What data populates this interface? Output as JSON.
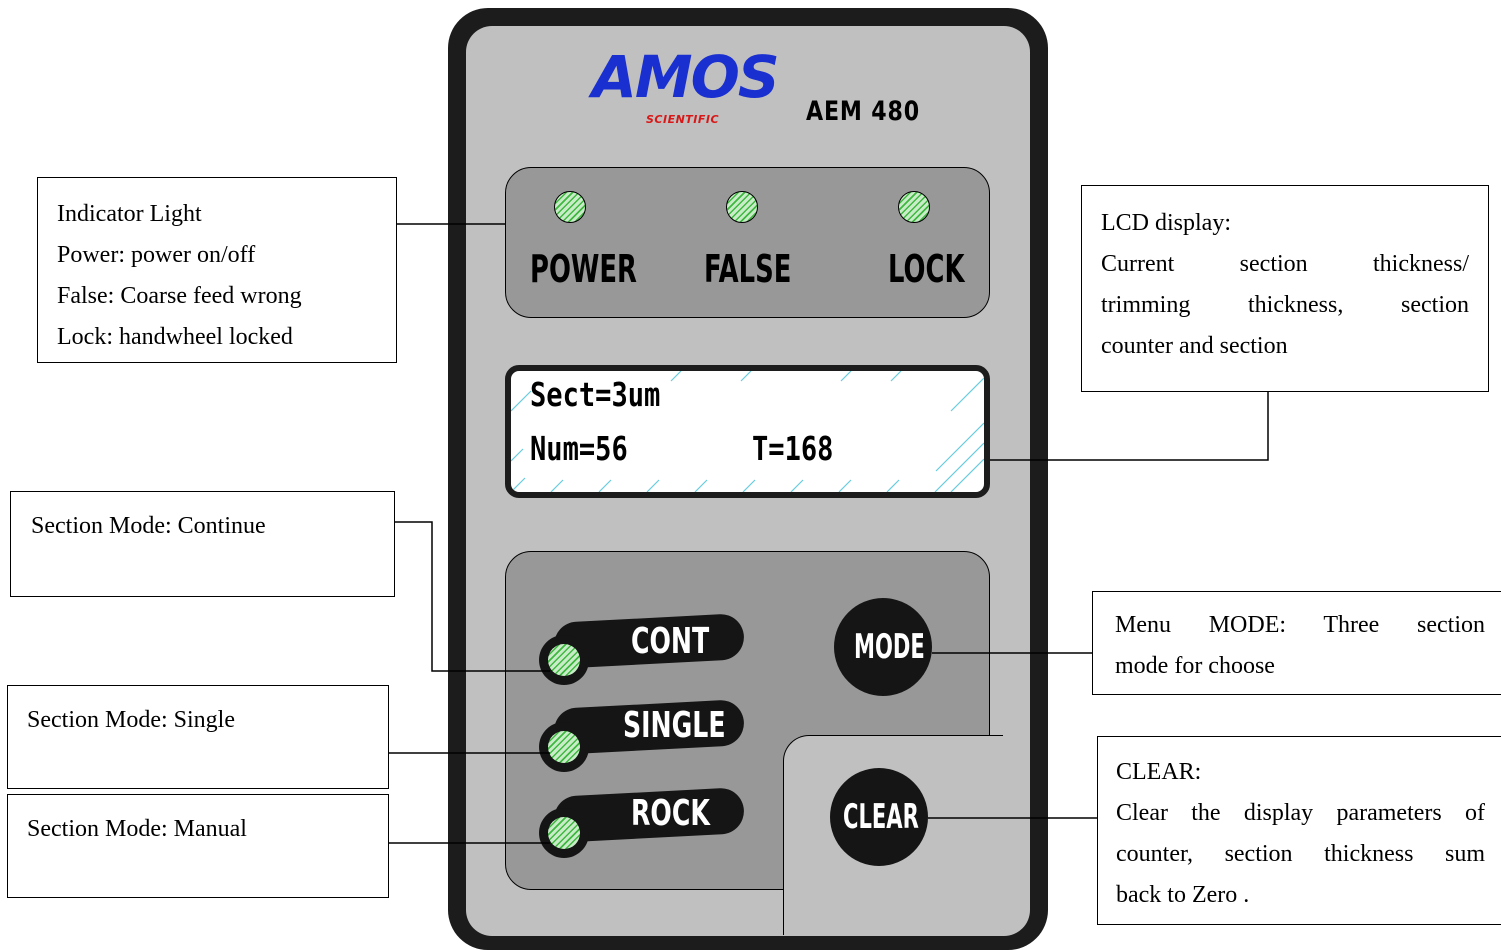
{
  "device": {
    "brand": "AMOS",
    "brand_sub": "SCIENTIFIC",
    "model": "AEM 480",
    "indicators": [
      "POWER",
      "FALSE",
      "LOCK"
    ],
    "lcd_line1": "Sect=3um",
    "lcd_num": "Num=56",
    "lcd_t": "T=168",
    "mode_buttons": [
      "CONT",
      "SINGLE",
      "ROCK"
    ],
    "mode_key": "MODE",
    "clear_key": "CLEAR"
  },
  "callouts": {
    "indicator": [
      "Indicator Light",
      "Power: power on/off",
      "False: Coarse feed wrong",
      "Lock: handwheel locked"
    ],
    "lcd": {
      "title": "LCD display:",
      "line2": "Current section thickness/",
      "line3": "trimming thickness, section",
      "line4": "counter and section"
    },
    "continue": "Section Mode: Continue",
    "single": "Section Mode: Single",
    "manual": "Section Mode: Manual",
    "mode": {
      "line1": "Menu MODE: Three section",
      "line2": "mode for choose"
    },
    "clear": {
      "title": "CLEAR:",
      "line1": "Clear the display parameters of",
      "line2": "counter, section thickness sum",
      "line3": "back to Zero ."
    }
  },
  "colors": {
    "brand_blue": "#1a2fd0",
    "brand_red": "#d81818",
    "led_green": "#3fb83f",
    "panel_gray": "#989898",
    "faceplate_gray": "#c0c0c0"
  }
}
